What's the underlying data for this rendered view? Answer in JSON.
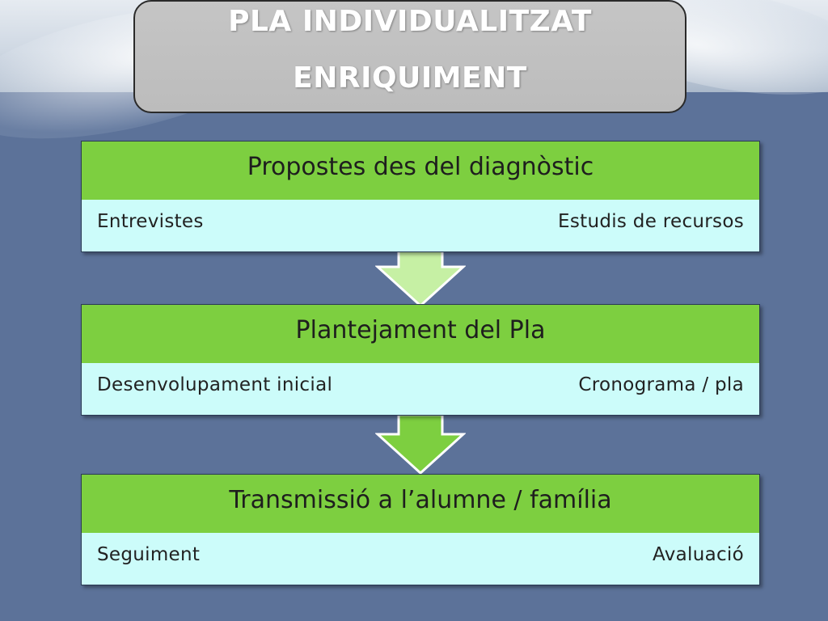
{
  "title": {
    "line1": "PLA INDIVIDUALITZAT",
    "line2": "ENRIQUIMENT"
  },
  "steps": [
    {
      "heading": "Propostes des del diagnòstic",
      "left": "Entrevistes",
      "right": "Estudis de recursos"
    },
    {
      "heading": "Plantejament del Pla",
      "left": "Desenvolupament inicial",
      "right": "Cronograma / pla"
    },
    {
      "heading": "Transmissió a l’alumne / família",
      "left": "Seguiment",
      "right": "Avaluació"
    }
  ],
  "colors": {
    "background": "#5c7299",
    "step_header": "#7dcf40",
    "step_body": "#ccfcfa",
    "arrow_1": "#c6f0a4",
    "arrow_2": "#7dcf40",
    "title_box": "#c5c5c5"
  }
}
